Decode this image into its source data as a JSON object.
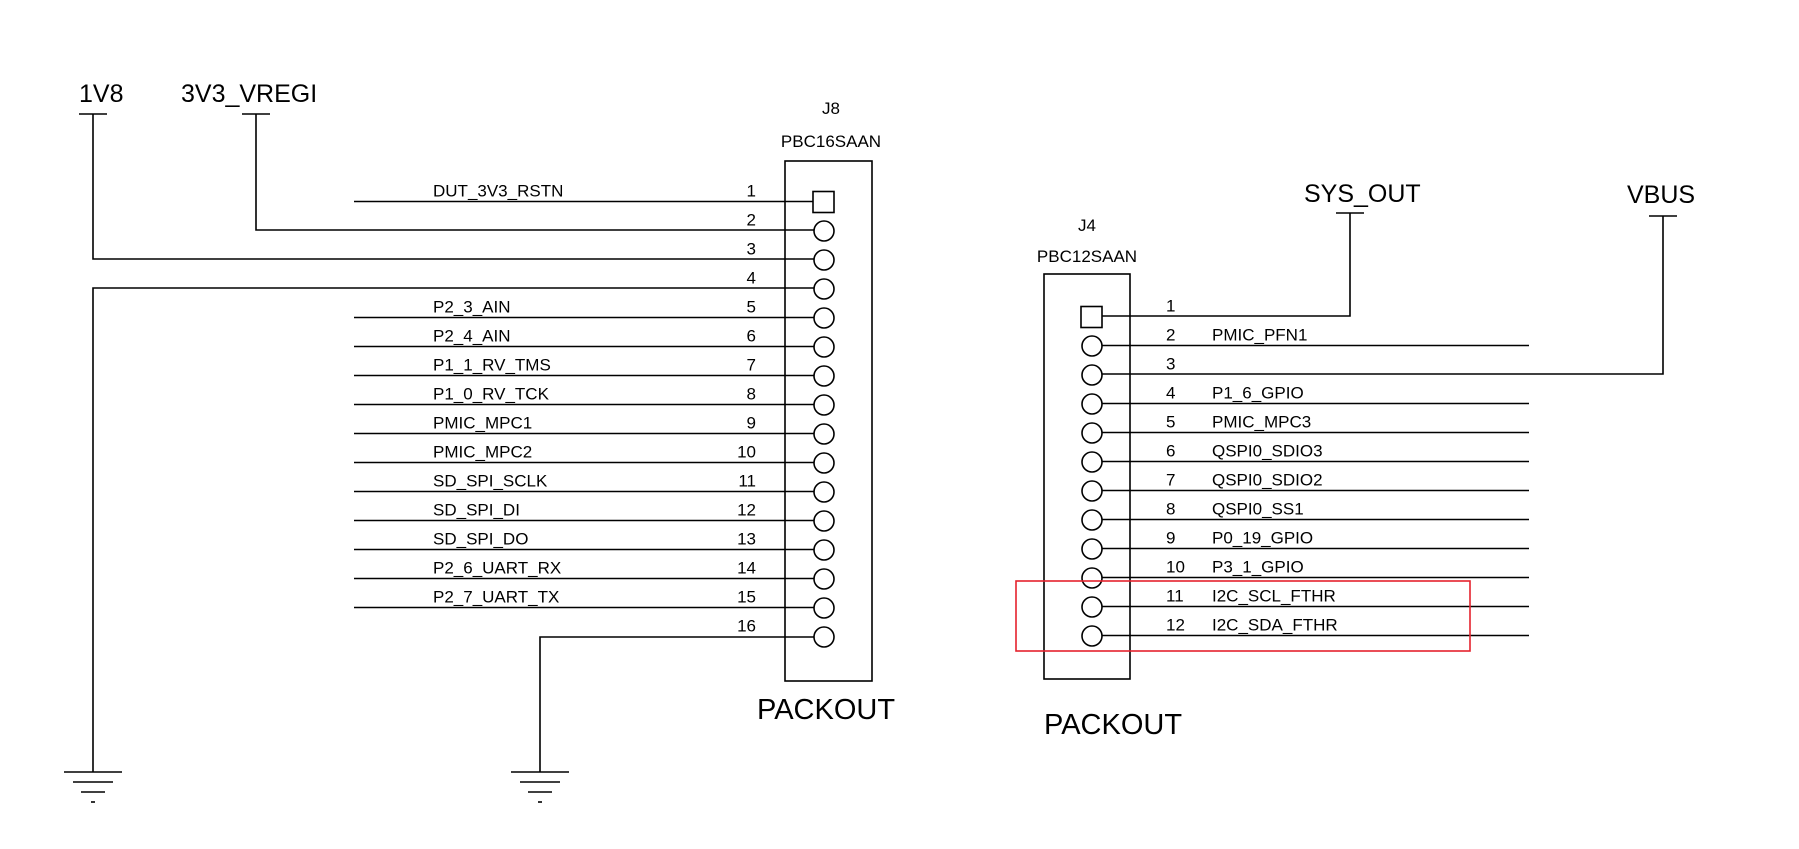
{
  "diagram": {
    "type": "schematic",
    "colors": {
      "line": "#000000",
      "highlight": "#e4222d",
      "background": "#ffffff"
    },
    "power_symbols": [
      {
        "id": "pwr-1v8",
        "label": "1V8",
        "icon": "power-rail-icon"
      },
      {
        "id": "pwr-3v3-vregi",
        "label": "3V3_VREGI",
        "icon": "power-rail-icon"
      },
      {
        "id": "pwr-sys-out",
        "label": "SYS_OUT",
        "icon": "power-rail-icon"
      },
      {
        "id": "pwr-vbus",
        "label": "VBUS",
        "icon": "power-rail-icon"
      }
    ],
    "ground_symbols": [
      {
        "id": "gnd-left",
        "icon": "ground-icon",
        "connected_to": "J8 pin 4"
      },
      {
        "id": "gnd-j8",
        "icon": "ground-icon",
        "connected_to": "J8 pin 16"
      }
    ],
    "connectors": [
      {
        "id": "J8",
        "ref": "J8",
        "part": "PBC16SAAN",
        "footer": "PACKOUT",
        "pins": [
          {
            "num": "1",
            "net": "DUT_3V3_RSTN",
            "shape": "square"
          },
          {
            "num": "2",
            "net": "",
            "connection": "3V3_VREGI",
            "shape": "circle"
          },
          {
            "num": "3",
            "net": "",
            "connection": "1V8",
            "shape": "circle"
          },
          {
            "num": "4",
            "net": "",
            "connection": "GND",
            "shape": "circle"
          },
          {
            "num": "5",
            "net": "P2_3_AIN",
            "shape": "circle"
          },
          {
            "num": "6",
            "net": "P2_4_AIN",
            "shape": "circle"
          },
          {
            "num": "7",
            "net": "P1_1_RV_TMS",
            "shape": "circle"
          },
          {
            "num": "8",
            "net": "P1_0_RV_TCK",
            "shape": "circle"
          },
          {
            "num": "9",
            "net": "PMIC_MPC1",
            "shape": "circle"
          },
          {
            "num": "10",
            "net": "PMIC_MPC2",
            "shape": "circle"
          },
          {
            "num": "11",
            "net": "SD_SPI_SCLK",
            "shape": "circle"
          },
          {
            "num": "12",
            "net": "SD_SPI_DI",
            "shape": "circle"
          },
          {
            "num": "13",
            "net": "SD_SPI_DO",
            "shape": "circle"
          },
          {
            "num": "14",
            "net": "P2_6_UART_RX",
            "shape": "circle"
          },
          {
            "num": "15",
            "net": "P2_7_UART_TX",
            "shape": "circle"
          },
          {
            "num": "16",
            "net": "",
            "connection": "GND",
            "shape": "circle"
          }
        ]
      },
      {
        "id": "J4",
        "ref": "J4",
        "part": "PBC12SAAN",
        "footer": "PACKOUT",
        "pins": [
          {
            "num": "1",
            "net": "",
            "connection": "SYS_OUT",
            "shape": "square"
          },
          {
            "num": "2",
            "net": "PMIC_PFN1",
            "shape": "circle"
          },
          {
            "num": "3",
            "net": "",
            "connection": "VBUS",
            "shape": "circle"
          },
          {
            "num": "4",
            "net": "P1_6_GPIO",
            "shape": "circle"
          },
          {
            "num": "5",
            "net": "PMIC_MPC3",
            "shape": "circle"
          },
          {
            "num": "6",
            "net": "QSPI0_SDIO3",
            "shape": "circle"
          },
          {
            "num": "7",
            "net": "QSPI0_SDIO2",
            "shape": "circle"
          },
          {
            "num": "8",
            "net": "QSPI0_SS1",
            "shape": "circle"
          },
          {
            "num": "9",
            "net": "P0_19_GPIO",
            "shape": "circle"
          },
          {
            "num": "10",
            "net": "P3_1_GPIO",
            "shape": "circle"
          },
          {
            "num": "11",
            "net": "I2C_SCL_FTHR",
            "shape": "circle",
            "highlighted": true
          },
          {
            "num": "12",
            "net": "I2C_SDA_FTHR",
            "shape": "circle",
            "highlighted": true
          }
        ]
      }
    ],
    "highlight": {
      "pins": [
        "11",
        "12"
      ],
      "connector": "J4"
    }
  }
}
